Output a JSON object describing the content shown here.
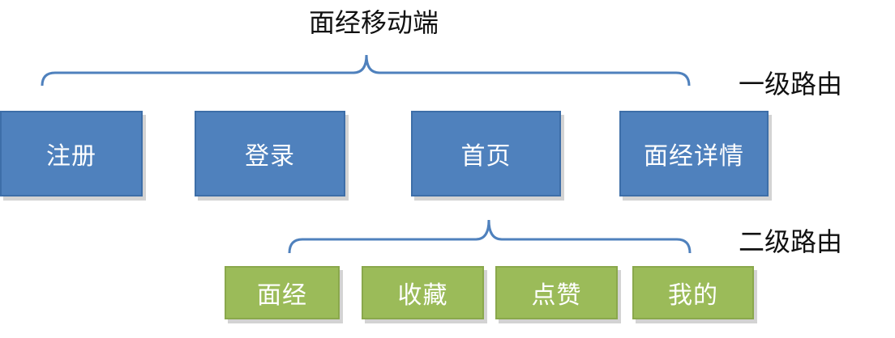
{
  "title": "面经移动端",
  "levels": {
    "first": "一级路由",
    "second": "二级路由"
  },
  "first_level_routes": [
    "注册",
    "登录",
    "首页",
    "面经详情"
  ],
  "second_level_routes": [
    "面经",
    "收藏",
    "点赞",
    "我的"
  ],
  "colors": {
    "first_level_fill": "#4f81bd",
    "second_level_fill": "#9bbb59",
    "bracket": "#4f81bd"
  }
}
